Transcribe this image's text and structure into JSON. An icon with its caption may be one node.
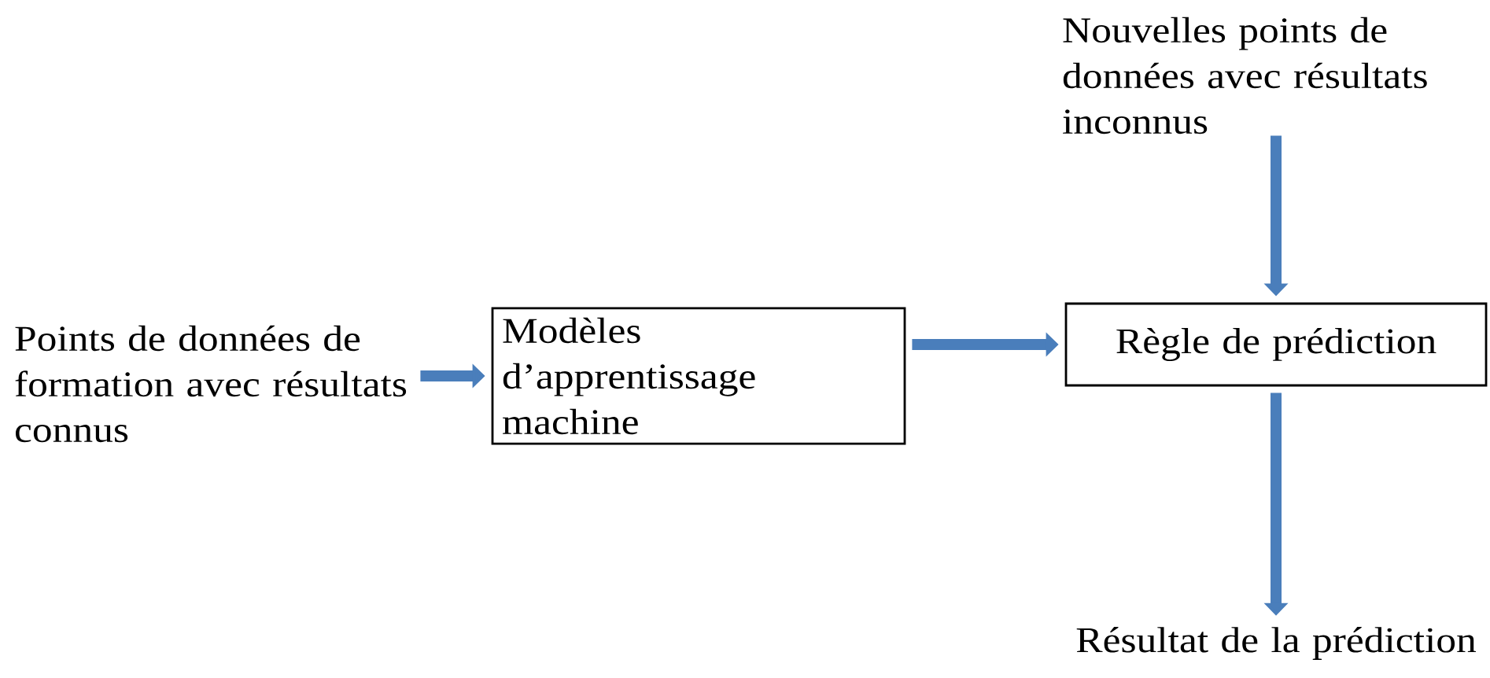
{
  "diagram": {
    "nodes": [
      {
        "text": [
          "Points de données de formation avec résultats connus"
        ]
      },
      {
        "text": [
          "Modèles d’apprentissage machine"
        ]
      },
      {
        "text": [
          "Nouvelles points de données avec résultats inconnus"
        ]
      },
      {
        "text": [
          "Règle de prédiction"
        ]
      },
      {
        "text": [
          "Résultat de la prédiction"
        ]
      }
    ],
    "edges": [
      {
        "from": 0,
        "to": 1,
        "arrow": "to"
      },
      {
        "from": 1,
        "to": 3,
        "arrow": "to"
      },
      {
        "from": 2,
        "to": 3,
        "arrow": "to"
      },
      {
        "from": 3,
        "to": 4,
        "arrow": "to"
      }
    ]
  }
}
